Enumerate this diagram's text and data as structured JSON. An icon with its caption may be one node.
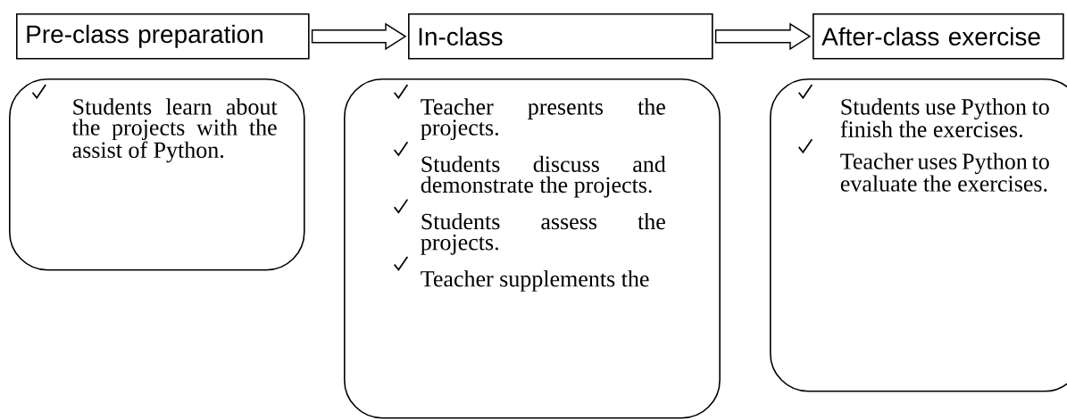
{
  "diagram": {
    "nodes": [
      {
        "text": [
          "Pre-class preparation"
        ]
      },
      {
        "text": [
          "In-class"
        ]
      },
      {
        "text": [
          "After-class exercise"
        ]
      },
      {
        "text": [
          "Students learn about the projects with the assist of Python."
        ]
      },
      {
        "text": [
          "Teacher presents the projects.",
          "Students discuss and demonstrate the projects.",
          "Students assess the projects.",
          "Teacher supplements the"
        ]
      },
      {
        "text": [
          "Students use Python to finish the exercises.",
          "Teacher uses Python to evaluate the exercises."
        ]
      }
    ],
    "edges": [
      {
        "from": 0,
        "to": 1,
        "arrow": "to"
      },
      {
        "from": 1,
        "to": 2,
        "arrow": "to"
      }
    ]
  }
}
